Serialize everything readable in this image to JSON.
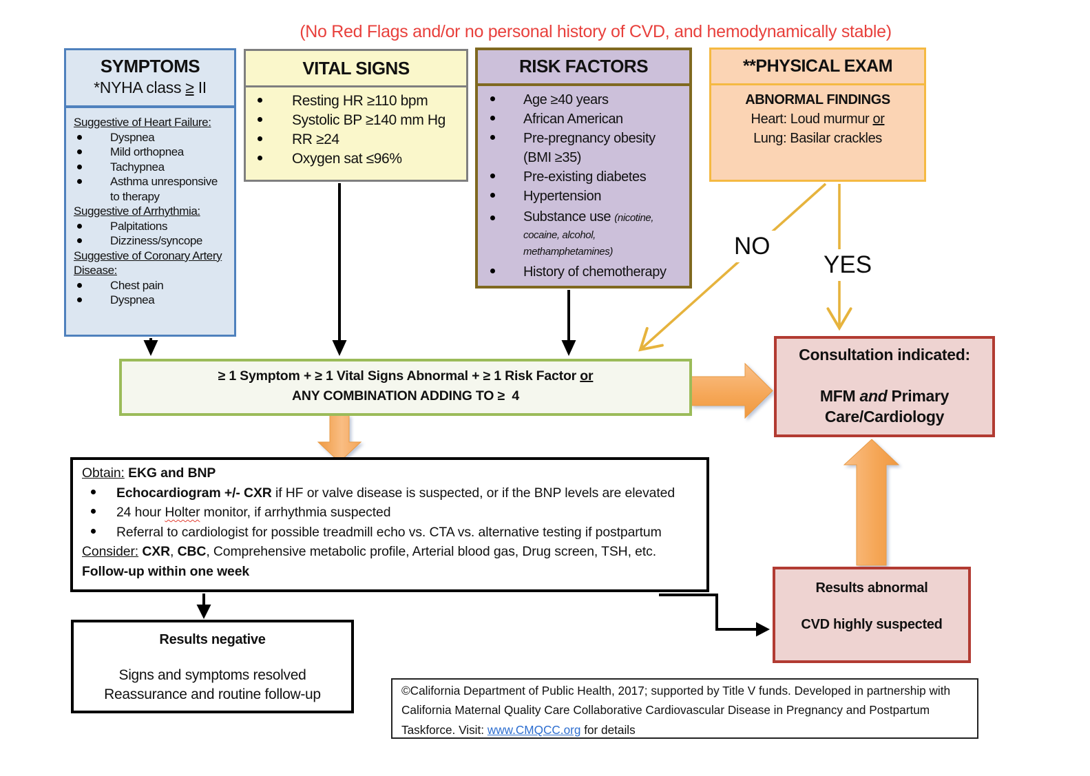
{
  "note": {
    "text": "(No Red Flags and/or no personal history of CVD, and hemodynamically stable)",
    "color": "#e8403c"
  },
  "labels": {
    "no": "NO",
    "yes": "YES"
  },
  "colors": {
    "symptoms_border": "#4f81bd",
    "symptoms_fill": "#dce6f1",
    "vitals_border": "#7f7f7f",
    "vitals_fill": "#faf7cb",
    "risk_border": "#7f6920",
    "risk_fill": "#ccc0da",
    "exam_border": "#f5b942",
    "exam_fill": "#fbd4b4",
    "criteria_border": "#9bbb59",
    "criteria_fill": "#f5f7ee",
    "consult_border": "#b23b32",
    "consult_fill": "#eed3d1",
    "block_arrow_orange": "#f79646",
    "thin_arrow_gold": "#e6b33d",
    "connector_black": "#000000"
  },
  "symptoms": {
    "title": "SYMPTOMS",
    "subtitle": [
      {
        "t": "*NYHA class "
      },
      {
        "t": "≥",
        "u": true
      },
      {
        "t": " II"
      }
    ],
    "lines": [
      {
        "cls": "heading",
        "seg": [
          {
            "t": "Suggestive of Heart Failure:",
            "u": true
          }
        ]
      },
      {
        "cls": "bullet",
        "seg": [
          {
            "t": "Dyspnea"
          }
        ]
      },
      {
        "cls": "bullet",
        "seg": [
          {
            "t": "Mild orthopnea"
          }
        ]
      },
      {
        "cls": "bullet",
        "seg": [
          {
            "t": "Tachypnea"
          }
        ]
      },
      {
        "cls": "bullet",
        "seg": [
          {
            "t": "Asthma unresponsive to therapy"
          }
        ]
      },
      {
        "cls": "heading",
        "seg": [
          {
            "t": "Suggestive of Arrhythmia:",
            "u": true
          }
        ]
      },
      {
        "cls": "bullet",
        "seg": [
          {
            "t": "Palpitations"
          }
        ]
      },
      {
        "cls": "bullet",
        "seg": [
          {
            "t": "Dizziness/syncope"
          }
        ]
      },
      {
        "cls": "heading",
        "seg": [
          {
            "t": "Suggestive of Coronary Artery Disease:",
            "u": true
          }
        ]
      },
      {
        "cls": "bullet",
        "seg": [
          {
            "t": "Chest pain"
          }
        ]
      },
      {
        "cls": "bullet",
        "seg": [
          {
            "t": "Dyspnea"
          }
        ]
      }
    ]
  },
  "vitals": {
    "title": "VITAL SIGNS",
    "lines": [
      {
        "cls": "bullet",
        "seg": [
          {
            "t": "Resting HR ≥110 bpm"
          }
        ]
      },
      {
        "cls": "bullet",
        "seg": [
          {
            "t": "Systolic BP ≥140 mm Hg"
          }
        ]
      },
      {
        "cls": "bullet",
        "seg": [
          {
            "t": "RR ≥24"
          }
        ]
      },
      {
        "cls": "bullet",
        "seg": [
          {
            "t": "Oxygen sat ≤96%"
          }
        ]
      }
    ]
  },
  "risk": {
    "title": "RISK FACTORS",
    "lines": [
      {
        "cls": "bullet",
        "seg": [
          {
            "t": "Age ≥40 years"
          }
        ]
      },
      {
        "cls": "bullet",
        "seg": [
          {
            "t": "African American"
          }
        ]
      },
      {
        "cls": "bullet",
        "seg": [
          {
            "t": "Pre-pregnancy obesity (BMI ≥35)"
          }
        ]
      },
      {
        "cls": "bullet",
        "seg": [
          {
            "t": "Pre-existing diabetes"
          }
        ]
      },
      {
        "cls": "bullet",
        "seg": [
          {
            "t": "Hypertension"
          }
        ]
      },
      {
        "cls": "bullet tight",
        "seg": [
          {
            "t": "Substance use "
          },
          {
            "t": "(nicotine, cocaine, alcohol, methamphetamines)",
            "sm": true
          }
        ]
      },
      {
        "cls": "bullet",
        "seg": [
          {
            "t": "History of chemotherapy"
          }
        ]
      }
    ]
  },
  "exam": {
    "title": "**PHYSICAL EXAM",
    "lines": [
      {
        "cls": "center",
        "seg": [
          {
            "t": "ABNORMAL FINDINGS",
            "b": true
          }
        ]
      },
      {
        "cls": "center",
        "seg": [
          {
            "t": "Heart: Loud murmur "
          },
          {
            "t": "or",
            "u": true
          }
        ]
      },
      {
        "cls": "center",
        "seg": [
          {
            "t": "Lung: Basilar crackles"
          }
        ]
      }
    ]
  },
  "criteria": {
    "line1": [
      {
        "t": "≥ 1 Symptom + ≥ 1 Vital Signs Abnormal + ≥ 1 Risk Factor ",
        "b": true
      },
      {
        "t": "or",
        "b": true,
        "u": true
      }
    ],
    "line2": [
      {
        "t": "ANY COMBINATION ADDING TO ≥  4",
        "b": true
      }
    ]
  },
  "consult": {
    "line1": "Consultation indicated:",
    "line2": [
      {
        "t": "MFM ",
        "b": true
      },
      {
        "t": "and",
        "b": true,
        "i": true
      },
      {
        "t": " Primary",
        "b": true
      }
    ],
    "line3": "Care/Cardiology"
  },
  "obtain": {
    "lines": [
      {
        "cls": "plain",
        "seg": [
          {
            "t": "Obtain:",
            "u": true
          },
          {
            "t": " "
          },
          {
            "t": "EKG and BNP",
            "b": true
          }
        ]
      },
      {
        "cls": "bullet",
        "seg": [
          {
            "t": "Echocardiogram +/- CXR",
            "b": true
          },
          {
            "t": " if HF or valve disease is suspected, or if the BNP levels are elevated"
          }
        ]
      },
      {
        "cls": "bullet",
        "seg": [
          {
            "t": "24 hour "
          },
          {
            "t": "Holter",
            "sq": true
          },
          {
            "t": " monitor, if arrhythmia suspected"
          }
        ]
      },
      {
        "cls": "bullet",
        "seg": [
          {
            "t": "Referral to cardiologist for possible treadmill echo vs. CTA vs. alternative testing if postpartum"
          }
        ]
      },
      {
        "cls": "plain",
        "seg": [
          {
            "t": "Consider:",
            "u": true
          },
          {
            "t": " "
          },
          {
            "t": "CXR",
            "b": true
          },
          {
            "t": ", "
          },
          {
            "t": "CBC",
            "b": true
          },
          {
            "t": ", Comprehensive metabolic profile, Arterial blood gas, Drug screen, TSH, etc."
          }
        ]
      },
      {
        "cls": "plain",
        "seg": [
          {
            "t": "Follow-up within one week",
            "b": true
          }
        ]
      }
    ]
  },
  "results_negative": {
    "line1": "Results negative",
    "line2": "Signs and symptoms resolved",
    "line3": "Reassurance and routine follow-up"
  },
  "results_abnormal": {
    "line1": "Results abnormal",
    "line2": "CVD highly suspected"
  },
  "footer": {
    "seg": [
      {
        "t": "©California Department of Public Health, 2017; supported by Title V funds. Developed in partnership with California Maternal Quality Care Collaborative Cardiovascular Disease in Pregnancy and Postpartum Taskforce. Visit: "
      },
      {
        "t": "www.CMQCC.org",
        "lk": true,
        "name": "cmqcc-link",
        "ia": "true"
      },
      {
        "t": " for details"
      }
    ]
  }
}
